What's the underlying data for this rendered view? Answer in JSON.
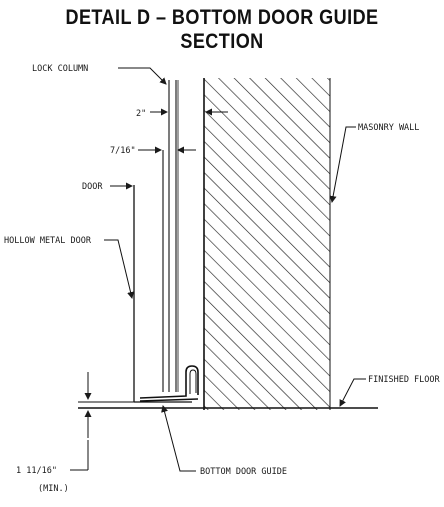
{
  "title": "DETAIL D – BOTTOM DOOR GUIDE SECTION",
  "labels": {
    "lock_column": "LOCK COLUMN",
    "masonry_wall": "MASONRY WALL",
    "door": "DOOR",
    "hollow_metal_door": "HOLLOW METAL DOOR",
    "finished_floor": "FINISHED FLOOR",
    "bottom_door_guide": "BOTTOM DOOR GUIDE"
  },
  "dimensions": {
    "gap": "2\"",
    "door_thickness": "7/16\"",
    "clearance": "1 11/16\"",
    "clearance_note": "(MIN.)"
  },
  "colors": {
    "ink": "#1a1a1a",
    "hatch": "#222222",
    "background": "#ffffff"
  }
}
